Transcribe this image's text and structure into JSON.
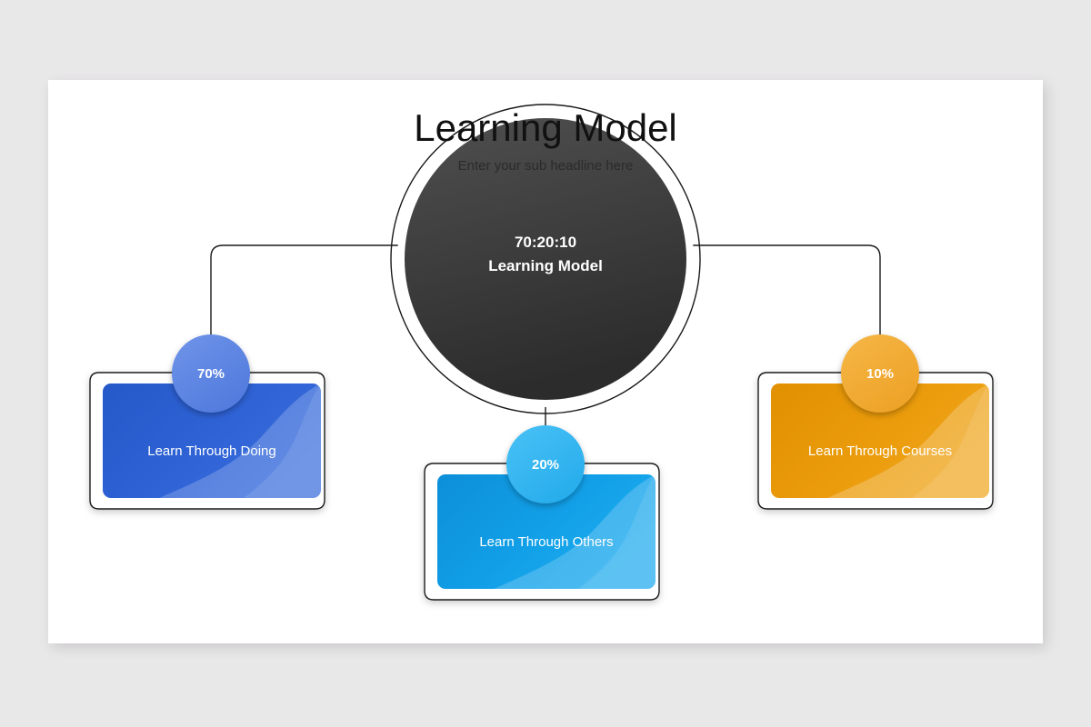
{
  "slide": {
    "title": "Learning Model",
    "subtitle": "Enter your sub headline here",
    "background_color": "#e9e8e9",
    "surface_color": "#ffffff"
  },
  "hub": {
    "name": "central-hub",
    "line1": "70:20:10",
    "line2": "Learning Model",
    "fill_top": "#4a4a4a",
    "fill_bottom": "#2f2f2f",
    "text_color": "#ffffff"
  },
  "branches": [
    {
      "id": "doing",
      "percent": "70%",
      "label": "Learn Through Doing",
      "badge_color": "#5b84e0",
      "badge_color_light": "#6d92e8",
      "card_color_dark": "#2558c8",
      "card_color_mid": "#2f63d6",
      "card_color_wave": "#6289e2",
      "position": "left"
    },
    {
      "id": "others",
      "percent": "20%",
      "label": "Learn Through Others",
      "badge_color": "#33b5f0",
      "badge_color_light": "#47c0f5",
      "card_color_dark": "#0c8fd8",
      "card_color_mid": "#12a0e8",
      "card_color_wave": "#45bcf2",
      "position": "center"
    },
    {
      "id": "courses",
      "percent": "10%",
      "label": "Learn Through Courses",
      "badge_color": "#f0a830",
      "badge_color_light": "#f5b544",
      "card_color_dark": "#e09000",
      "card_color_mid": "#eb9c0c",
      "card_color_wave": "#f2bb55",
      "position": "right"
    }
  ],
  "connectors": {
    "stroke_color": "#1a1a1a",
    "stroke_width": "1.4"
  },
  "chart_data": {
    "type": "diagram",
    "title": "70:20:10 Learning Model",
    "categories": [
      "Learn Through Doing",
      "Learn Through Others",
      "Learn Through Courses"
    ],
    "values": [
      70,
      20,
      10
    ],
    "unit": "%"
  }
}
